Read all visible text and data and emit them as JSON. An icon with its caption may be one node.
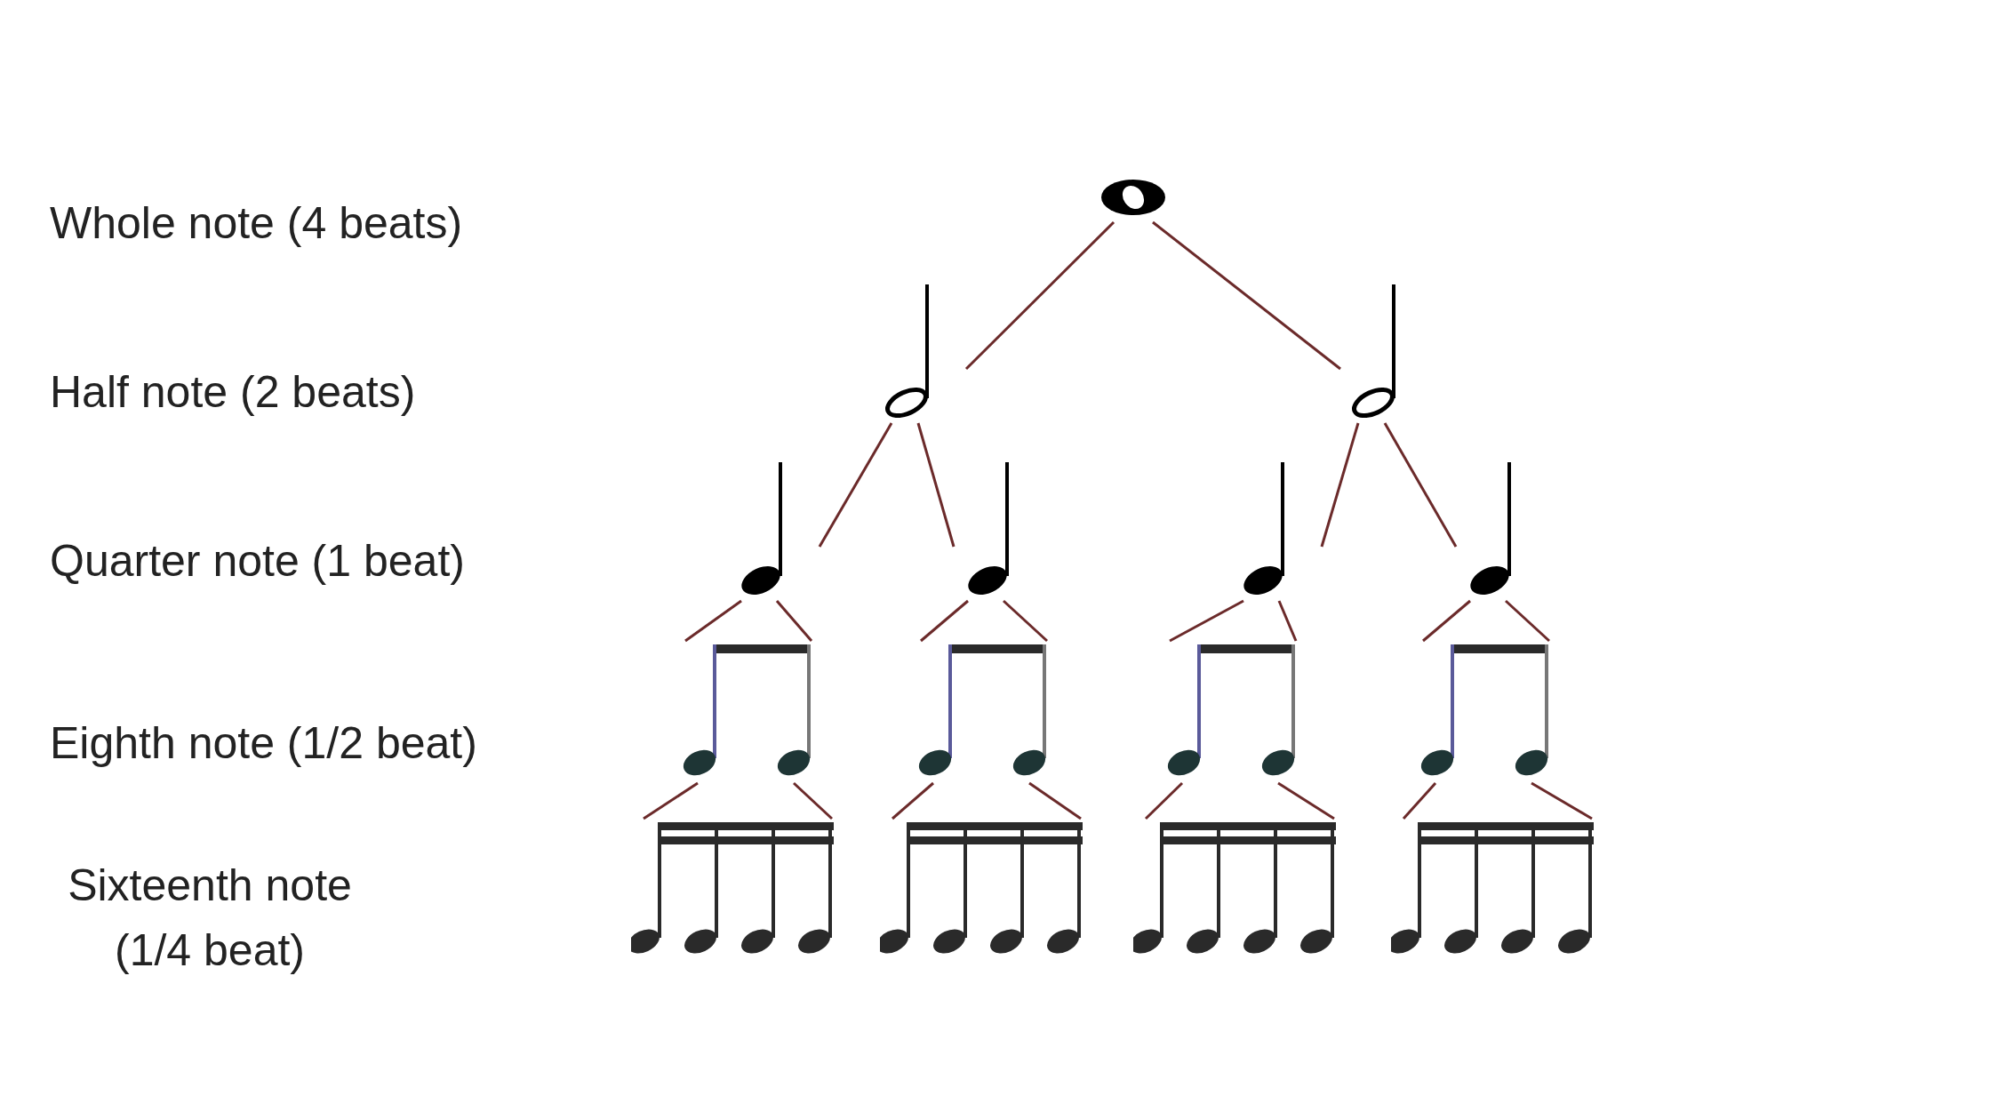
{
  "diagram": {
    "nodes": [
      {
        "text": [],
        "shape": "picture"
      },
      {
        "text": [],
        "shape": "picture"
      },
      {
        "text": [],
        "shape": "picture"
      },
      {
        "text": [],
        "shape": "picture"
      },
      {
        "text": [],
        "shape": "picture"
      },
      {
        "text": [],
        "shape": "picture"
      },
      {
        "text": [],
        "shape": "picture"
      },
      {
        "text": [],
        "shape": "picture"
      },
      {
        "text": [],
        "shape": "picture"
      },
      {
        "text": [],
        "shape": "picture"
      },
      {
        "text": [],
        "shape": "picture"
      },
      {
        "text": [],
        "shape": "picture"
      },
      {
        "text": [],
        "shape": "picture"
      },
      {
        "text": [],
        "shape": "picture"
      },
      {
        "text": [],
        "shape": "picture"
      }
    ],
    "edges": [
      {
        "from": 0,
        "to": 1,
        "arrow": "none"
      },
      {
        "from": 0,
        "to": 2,
        "arrow": "none"
      },
      {
        "from": 1,
        "to": 3,
        "arrow": "none"
      },
      {
        "from": 1,
        "to": 4,
        "arrow": "none"
      },
      {
        "from": 2,
        "to": 5,
        "arrow": "none"
      },
      {
        "from": 2,
        "to": 6,
        "arrow": "none"
      },
      {
        "from": 3,
        "to": 7,
        "arrow": "none"
      },
      {
        "from": 3,
        "to": 7,
        "arrow": "none"
      },
      {
        "from": 4,
        "to": 8,
        "arrow": "none"
      },
      {
        "from": 4,
        "to": 8,
        "arrow": "none"
      },
      {
        "from": 5,
        "to": 9,
        "arrow": "none"
      },
      {
        "from": 5,
        "to": 9,
        "arrow": "none"
      },
      {
        "from": 6,
        "to": 10,
        "arrow": "none"
      },
      {
        "from": 6,
        "to": 10,
        "arrow": "none"
      },
      {
        "from": 7,
        "to": 11,
        "arrow": "none"
      },
      {
        "from": 7,
        "to": 11,
        "arrow": "none"
      },
      {
        "from": 8,
        "to": 12,
        "arrow": "none"
      },
      {
        "from": 8,
        "to": 12,
        "arrow": "none"
      },
      {
        "from": 9,
        "to": 13,
        "arrow": "none"
      },
      {
        "from": 9,
        "to": 13,
        "arrow": "none"
      },
      {
        "from": 10,
        "to": 14,
        "arrow": "none"
      },
      {
        "from": 10,
        "to": 14,
        "arrow": "none"
      }
    ],
    "labels": [
      "Whole note (4 beats)",
      "Half note (2 beats)",
      "Quarter note (1 beat)",
      "Eighth note (1/2 beat)",
      "Sixteenth note (1/4 beat)"
    ]
  }
}
